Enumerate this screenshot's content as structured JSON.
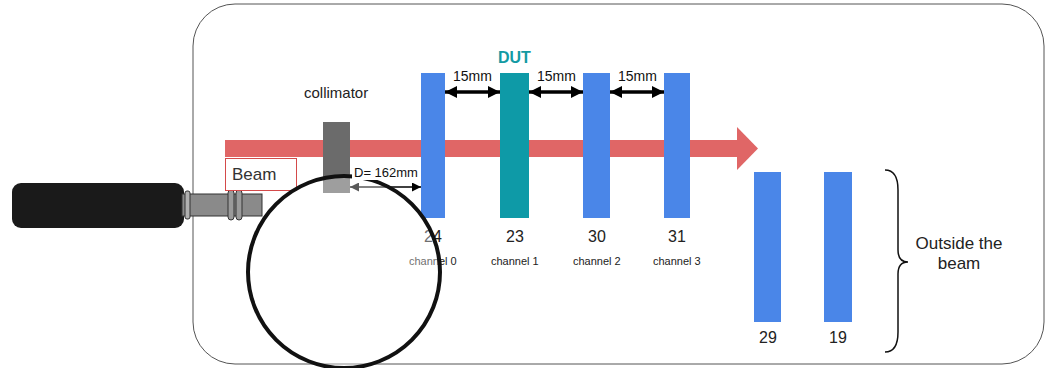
{
  "diagram": {
    "nodes": [
      {
        "text": [
          "Beam"
        ]
      },
      {
        "text": [
          "collimator"
        ]
      },
      {
        "text": [
          "24",
          "channel 0"
        ]
      },
      {
        "text": [
          "DUT",
          "23",
          "channel 1"
        ]
      },
      {
        "text": [
          "30",
          "channel 2"
        ]
      },
      {
        "text": [
          "31",
          "channel 3"
        ]
      },
      {
        "text": [
          "29"
        ]
      },
      {
        "text": [
          "19"
        ]
      }
    ],
    "edges": [
      {
        "from": 1,
        "to": 2,
        "label": "D= 162mm",
        "arrow": "both"
      },
      {
        "from": 2,
        "to": 3,
        "label": "15mm",
        "arrow": "both"
      },
      {
        "from": 3,
        "to": 4,
        "label": "15mm",
        "arrow": "both"
      },
      {
        "from": 4,
        "to": 5,
        "label": "15mm",
        "arrow": "both"
      }
    ],
    "labels": [
      "Outside the beam"
    ]
  }
}
